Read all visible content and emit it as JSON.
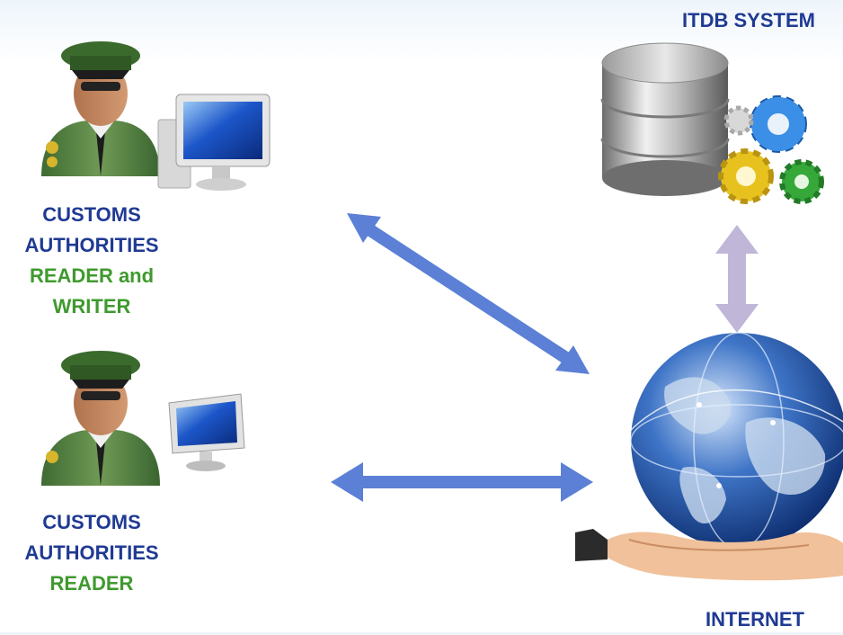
{
  "colors": {
    "label_blue": "#1f3a93",
    "label_green": "#3f9a2e",
    "arrow_blue": "#5b80d6",
    "arrow_lilac": "#c0b6d8"
  },
  "top_user": {
    "icon": "customs-officer-icon",
    "device_icon": "desktop-computer-icon",
    "title_line1": "CUSTOMS",
    "title_line2": "AUTHORITIES",
    "role_line1": "READER and",
    "role_line2": "WRITER"
  },
  "bottom_user": {
    "icon": "customs-officer-icon",
    "device_icon": "monitor-icon",
    "title_line1": "CUSTOMS",
    "title_line2": "AUTHORITIES",
    "role_line1": "READER"
  },
  "system": {
    "icon": "database-gears-icon",
    "label": "ITDB SYSTEM"
  },
  "internet": {
    "icon": "globe-in-hand-icon",
    "label": "INTERNET"
  },
  "connections": [
    {
      "from": "top_user",
      "to": "internet",
      "direction": "bidirectional"
    },
    {
      "from": "bottom_user",
      "to": "internet",
      "direction": "bidirectional"
    },
    {
      "from": "system",
      "to": "internet",
      "direction": "bidirectional"
    }
  ]
}
